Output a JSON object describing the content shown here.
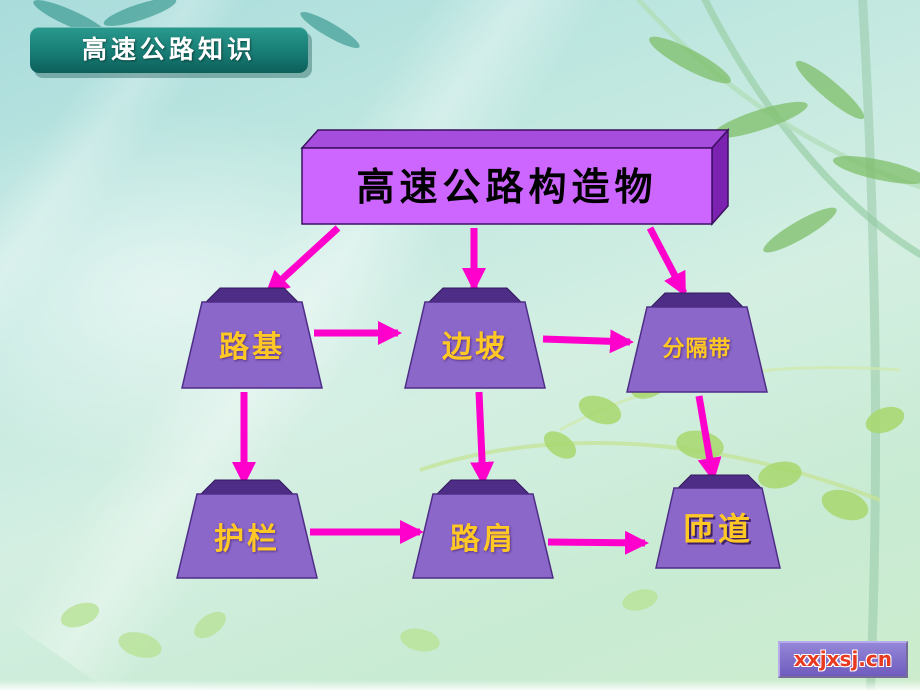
{
  "slide": {
    "title": "高速公路知识",
    "watermark": "xxjxsj.cn"
  },
  "diagram": {
    "root": {
      "label": "高速公路构造物"
    },
    "nodes": [
      {
        "id": "roadbed",
        "label": "路基"
      },
      {
        "id": "slope",
        "label": "边坡"
      },
      {
        "id": "median-strip",
        "label": "分隔带"
      },
      {
        "id": "guardrail",
        "label": "护栏"
      },
      {
        "id": "shoulder",
        "label": "路肩"
      },
      {
        "id": "ramp",
        "label": "匝道"
      }
    ],
    "edges": [
      "root->roadbed",
      "root->slope",
      "root->median-strip",
      "roadbed->slope",
      "slope->median-strip",
      "roadbed->guardrail",
      "slope->shoulder",
      "median-strip->ramp",
      "guardrail->shoulder",
      "shoulder->ramp"
    ],
    "colors": {
      "arrow": "#ff00cc",
      "box_front": "#cc66ff",
      "box_side": "#8a2dbb",
      "trapezoid_body": "#8a67c8",
      "trapezoid_cap": "#4e2d86",
      "node_text": "#ffc824",
      "title_bg": "#167a72",
      "background_top": "#a9dcdc",
      "background_bottom": "#cdeccd"
    }
  }
}
